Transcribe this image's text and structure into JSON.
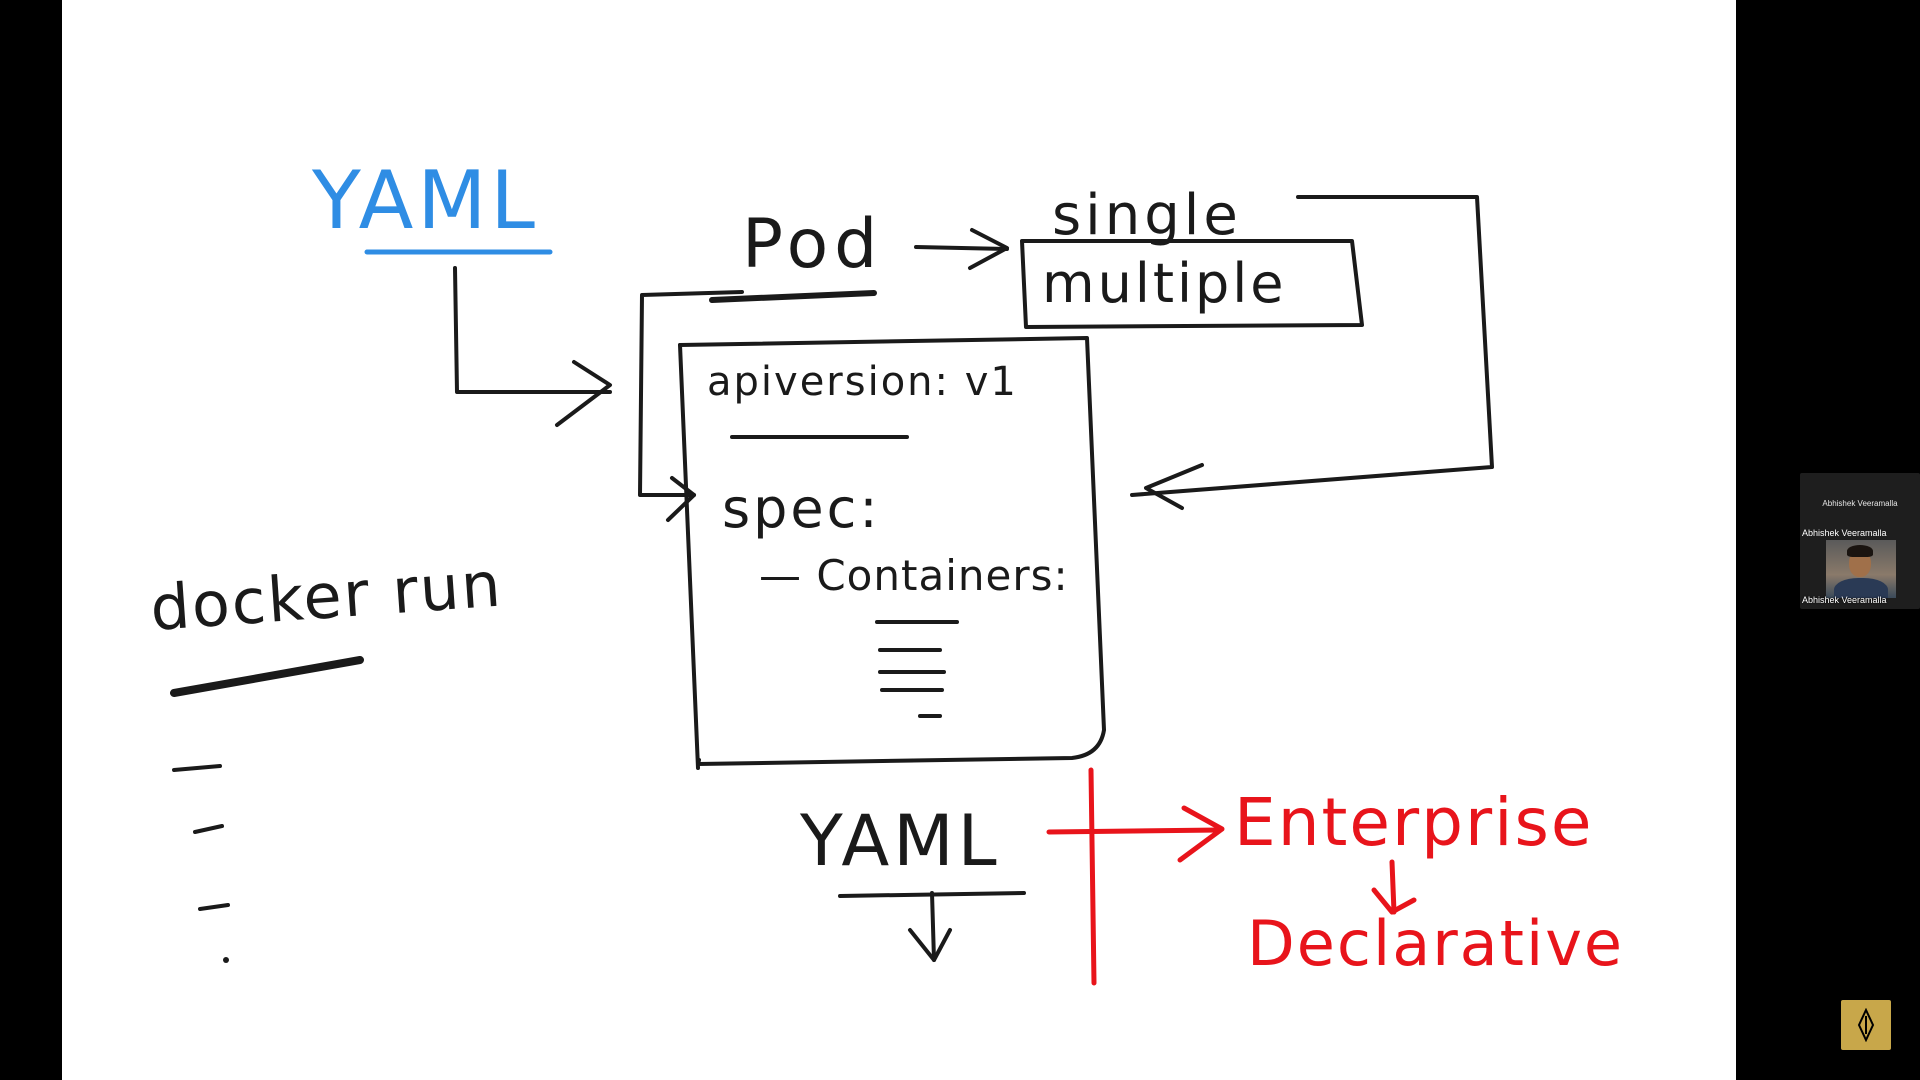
{
  "whiteboard": {
    "yaml_top": "YAML",
    "pod": "Pod",
    "single": "single",
    "multiple": "multiple",
    "apiversion": "apiversion: v1",
    "spec": "spec:",
    "containers": "— Containers:",
    "docker_run": "docker run",
    "yaml_bottom": "YAML",
    "enterprise": "Enterprise",
    "declarative": "Declarative",
    "colors": {
      "blue": "#2f8de4",
      "black": "#1a1a1a",
      "red": "#e8141b"
    }
  },
  "participant": {
    "name_top": "Abhishek Veeramalla",
    "name_label": "Abhishek Veeramalla",
    "name_bottom": "Abhishek Veeramalla"
  },
  "nav_button": {
    "icon": "diamond-arrows-icon",
    "color": "#c8a74a"
  }
}
